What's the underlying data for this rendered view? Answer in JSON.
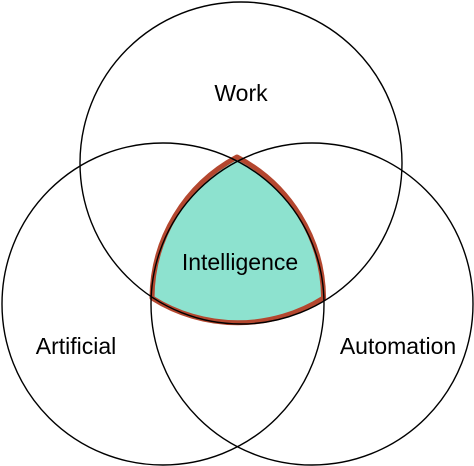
{
  "venn": {
    "sets": [
      {
        "id": "work",
        "label": "Work"
      },
      {
        "id": "artificial",
        "label": "Artificial"
      },
      {
        "id": "automation",
        "label": "Automation"
      }
    ],
    "intersection": {
      "label": "Intelligence",
      "fill_color": "#8de2cf",
      "outline_color": "#b4472f"
    }
  }
}
